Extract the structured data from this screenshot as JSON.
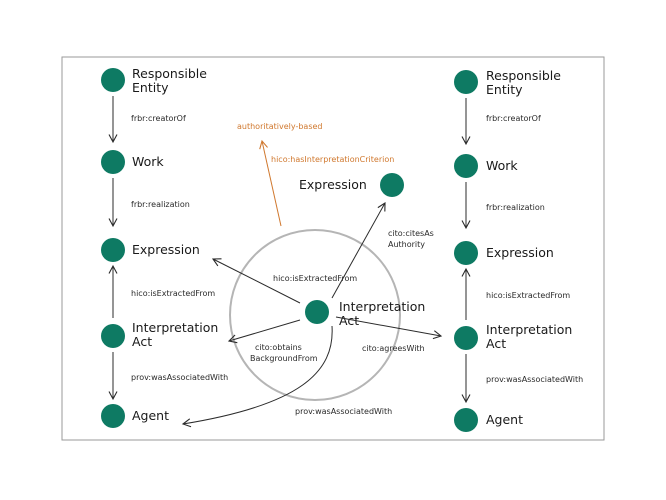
{
  "colors": {
    "node": "#0e7a63",
    "frame": "#9a9a9a",
    "arrow": "#2b2b2b",
    "circle": "#b5b5b5",
    "accent": "#d0782e"
  },
  "left_column": {
    "responsible_entity": [
      "Responsible",
      "Entity"
    ],
    "creator_edge": "frbr:creatorOf",
    "work": "Work",
    "realization_edge": "frbr:realization",
    "expression": "Expression",
    "extracted_edge": "hico:isExtractedFrom",
    "interpretation_act": [
      "Interpretation",
      "Act"
    ],
    "associated_edge": "prov:wasAssociatedWith",
    "agent": "Agent"
  },
  "right_column": {
    "responsible_entity": [
      "Responsible",
      "Entity"
    ],
    "creator_edge": "frbr:creatorOf",
    "work": "Work",
    "realization_edge": "frbr:realization",
    "expression": "Expression",
    "extracted_edge": "hico:isExtractedFrom",
    "interpretation_act": [
      "Interpretation",
      "Act"
    ],
    "associated_edge": "prov:wasAssociatedWith",
    "agent": "Agent"
  },
  "center": {
    "interpretation_act": [
      "Interpretation",
      "Act"
    ],
    "expression": "Expression",
    "authoritatively_based": "authoritatively-based",
    "has_criterion_edge": "hico:hasInterpretationCriterion",
    "cites_edge": [
      "cito:citesAs",
      "Authority"
    ],
    "extracted_edge": "hico:isExtractedFrom",
    "background_edge": [
      "cito:obtains",
      "BackgroundFrom"
    ],
    "agrees_edge": "cito:agreesWith",
    "associated_edge": "prov:wasAssociatedWith"
  }
}
